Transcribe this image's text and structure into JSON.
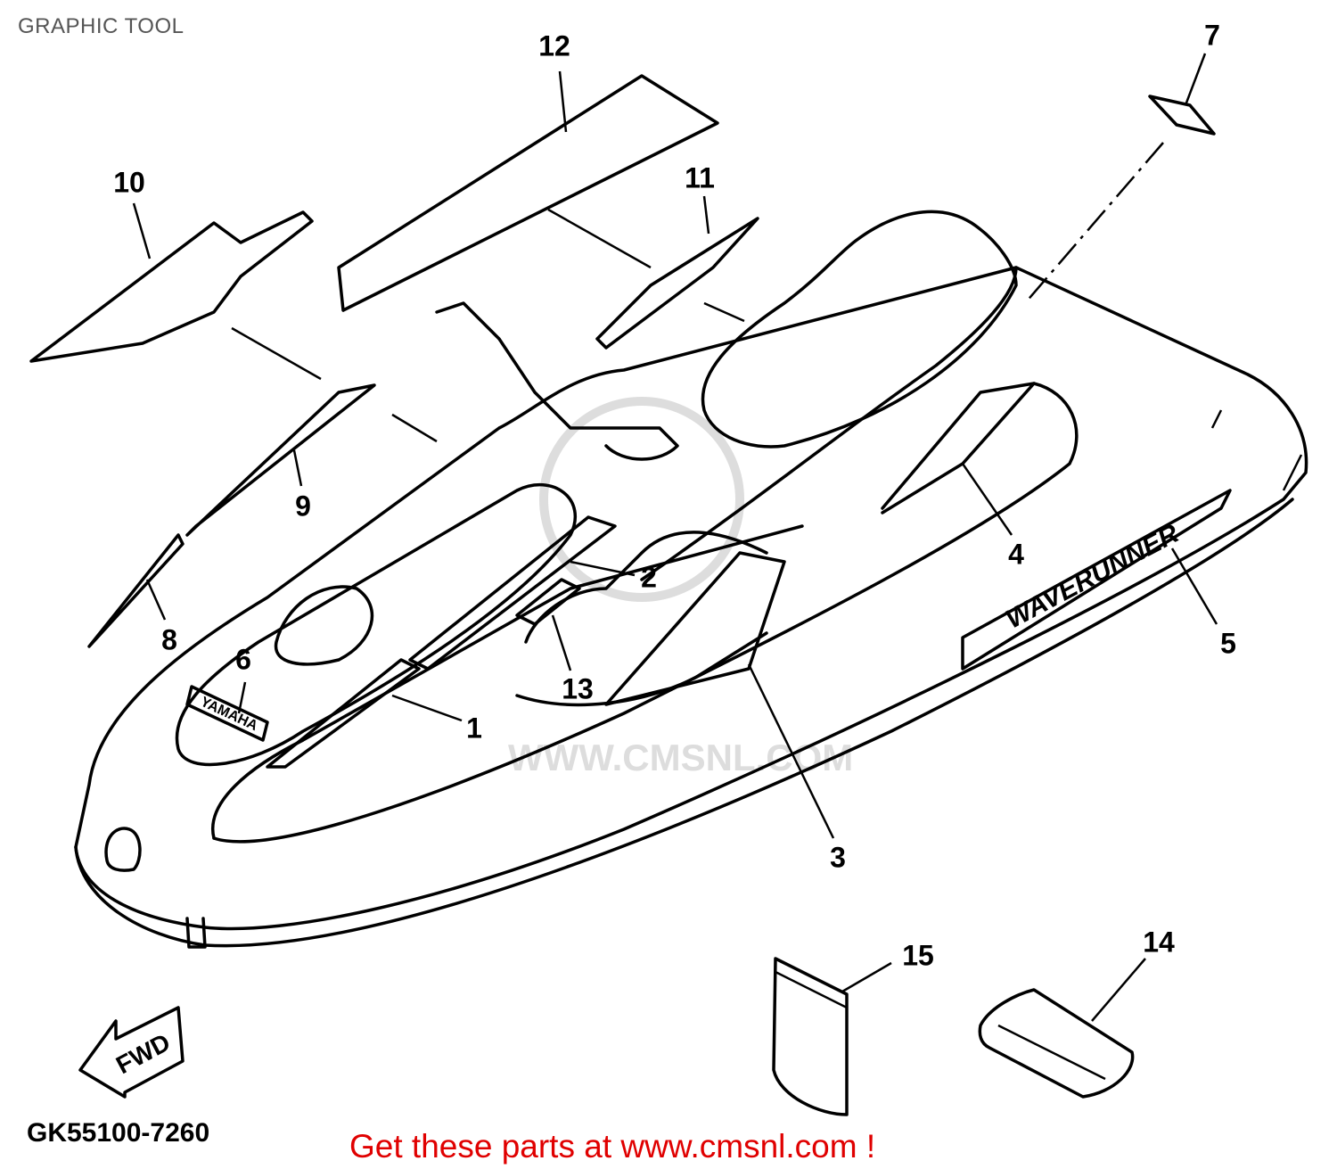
{
  "title": "GRAPHIC TOOL",
  "watermark": "WWW.CMSNL.COM",
  "callouts": [
    "1",
    "2",
    "3",
    "4",
    "5",
    "6",
    "7",
    "8",
    "9",
    "10",
    "11",
    "12",
    "13",
    "14",
    "15"
  ],
  "fwd_label": "FWD",
  "diagram_code": "GK55100-7260",
  "footer": "Get these parts at www.cmsnl.com !"
}
